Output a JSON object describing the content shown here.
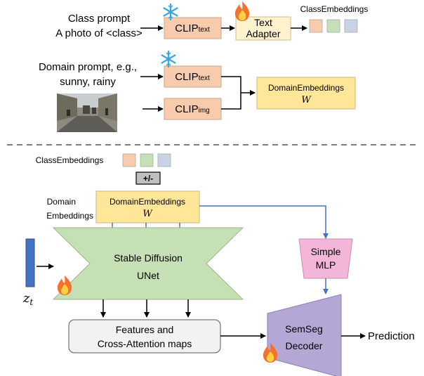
{
  "top": {
    "class_prompt": {
      "line1": "Class prompt",
      "line2": "A photo of <class>"
    },
    "clip_text_1": {
      "main": "CLIP",
      "sub": "text"
    },
    "text_adapter": {
      "line1": "Text",
      "line2": "Adapter"
    },
    "class_embeddings_label": "ClassEmbeddings",
    "domain_prompt": {
      "line1": "Domain prompt, e.g.,",
      "line2": "sunny, rainy"
    },
    "clip_text_2": {
      "main": "CLIP",
      "sub": "text"
    },
    "clip_img": {
      "main": "CLIP",
      "sub": "img"
    },
    "domain_embeddings": {
      "line1": "DomainEmbeddings",
      "line2": "W"
    }
  },
  "bottom": {
    "class_embeddings_label": "ClassEmbeddings",
    "plus_minus": "+/-",
    "domain_label": {
      "line1": "Domain",
      "line2": "Embeddings"
    },
    "domain_embeddings": {
      "line1": "DomainEmbeddings",
      "line2": "W"
    },
    "unet": {
      "line1": "Stable Diffusion",
      "line2": "UNet"
    },
    "latent": {
      "main": "z",
      "sub": "t"
    },
    "simple_mlp": {
      "line1": "Simple",
      "line2": "MLP"
    },
    "features": {
      "line1": "Features and",
      "line2": "Cross-Attention maps"
    },
    "semseg": {
      "line1": "SemSeg",
      "line2": "Decoder"
    },
    "prediction": "Prediction"
  },
  "colors": {
    "clip": "#f8cbad",
    "adapter": "#fff2cc",
    "domain_emb": "#ffe699",
    "emb_orange": "#f8cbad",
    "emb_green": "#c5e0b4",
    "emb_blue": "#c9d3e6",
    "unet": "#c5e0b4",
    "mlp": "#f4b6d8",
    "semseg": "#b4a7d6",
    "latent": "#4472c4",
    "blue_arrow": "#4472c4",
    "features": "#f2f2f2"
  },
  "icons": [
    "snowflake-icon",
    "flame-icon",
    "street-scene-photo"
  ]
}
